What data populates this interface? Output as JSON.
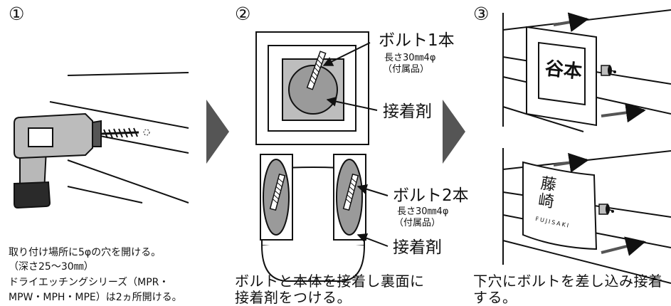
{
  "steps": [
    {
      "number": "①",
      "notes": [
        "取り付け場所に5φの穴を開ける。",
        "（深さ25～30㎜）",
        "ドライエッチングシリーズ（MPR・",
        "MPW・MPH・MPE）は2ヵ所開ける。"
      ]
    },
    {
      "number": "②",
      "caption_lines": [
        "ボルトと本体を接着し裏面に",
        "接着剤をつける。"
      ],
      "top_callout": {
        "bolt": "ボルト1本",
        "spec": "長さ30㎜4φ",
        "accessory": "（付属品）",
        "adhesive": "接着剤"
      },
      "bottom_callout": {
        "bolt": "ボルト2本",
        "spec": "長さ30㎜4φ",
        "accessory": "（付属品）",
        "adhesive": "接着剤"
      }
    },
    {
      "number": "③",
      "caption_lines": [
        "下穴にボルトを差し込み接着",
        "する。"
      ],
      "plate_top_text": "谷本",
      "plate_bottom_text": "藤\n崎",
      "plate_bottom_roman": "FUJISAKI"
    }
  ]
}
